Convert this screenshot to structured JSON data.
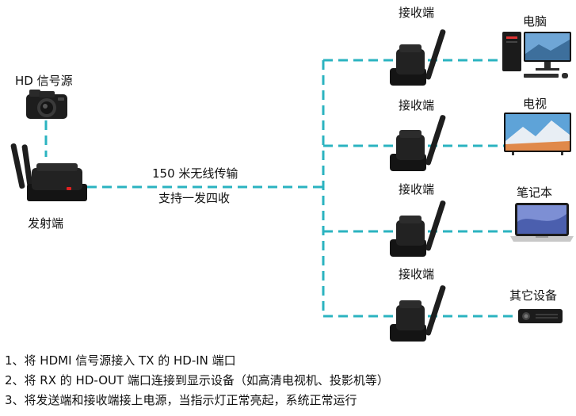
{
  "source": {
    "label": "HD 信号源"
  },
  "transmitter": {
    "label": "发射端"
  },
  "link": {
    "line1": "150 米无线传输",
    "line2": "支持一发四收"
  },
  "receivers": [
    {
      "label": "接收端",
      "device": "电脑"
    },
    {
      "label": "接收端",
      "device": "电视"
    },
    {
      "label": "接收端",
      "device": "笔记本"
    },
    {
      "label": "接收端",
      "device": "其它设备"
    }
  ],
  "steps": [
    "1、将 HDMI 信号源接入 TX 的 HD-IN 端口",
    "2、将 RX 的 HD-OUT 端口连接到显示设备（如高清电视机、投影机等）",
    "3、将发送端和接收端接上电源，当指示灯正常亮起，系统正常运行"
  ],
  "colors": {
    "link": "#2bb3c0",
    "text": "#111111",
    "device_body": "#1c1c1c",
    "indicator": "#e02020"
  },
  "icons": [
    "camera-icon",
    "transmitter-icon",
    "receiver-icon",
    "desktop-pc-icon",
    "tv-icon",
    "laptop-icon",
    "projector-icon"
  ]
}
